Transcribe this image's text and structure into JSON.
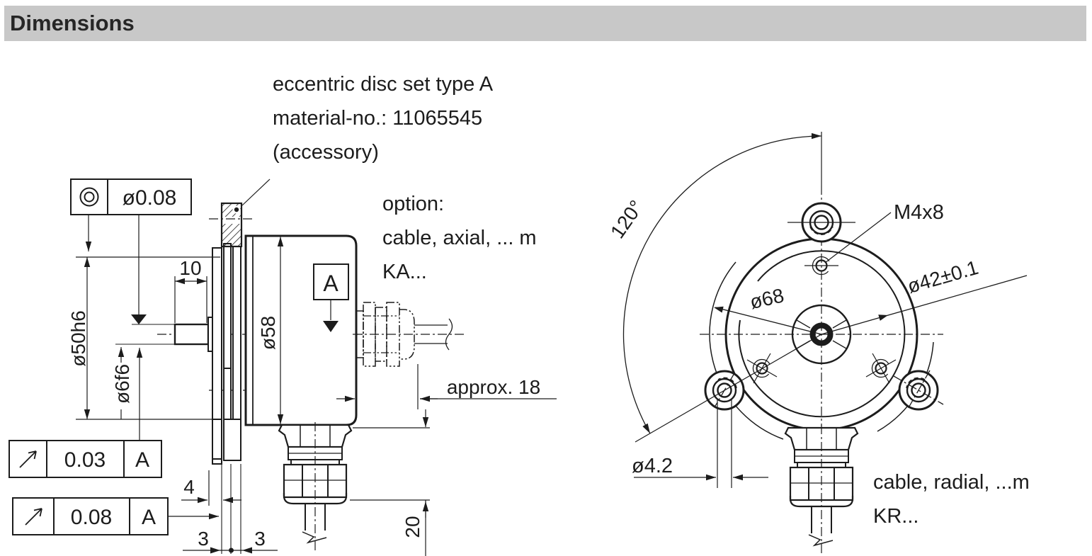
{
  "header": {
    "title": "Dimensions"
  },
  "accessory_note": {
    "line1": "eccentric disc set type A",
    "line2": "material-no.: 11065545",
    "line3": "(accessory)"
  },
  "axial_option_note": {
    "line1": "option:",
    "line2": "cable, axial, ... m",
    "line3": "KA..."
  },
  "radial_note": {
    "line1": "cable, radial, ...m",
    "line2": "KR..."
  },
  "feature_control": {
    "concentricity_value": "ø0.08",
    "runout_top": {
      "value": "0.03",
      "datum": "A"
    },
    "runout_bottom": {
      "value": "0.08",
      "datum": "A"
    },
    "datum_flag": "A"
  },
  "dims_side": {
    "collar_dia": "ø50h6",
    "shaft_dia": "ø6f6",
    "shaft_len": "10",
    "housing_dia": "ø58",
    "flange_offset": "4",
    "disc_gap": "3",
    "disc_thickness": "3",
    "radial_gland_len": "20",
    "axial_gland_len": "approx. 18"
  },
  "dims_front": {
    "mount_angle": "120°",
    "screw_thread": "M4x8",
    "outer_circle": "ø68",
    "bolt_circle": "ø42±0.1",
    "lug_hole_dia": "ø4.2"
  },
  "icons": {
    "concentricity": "concentricity-icon",
    "runout": "runout-arrow-icon",
    "datum_triangle": "datum-triangle-icon"
  },
  "colors": {
    "header_bg": "#c8c8c8",
    "header_text": "#262626",
    "line": "#1c1c1c",
    "background": "#ffffff"
  }
}
